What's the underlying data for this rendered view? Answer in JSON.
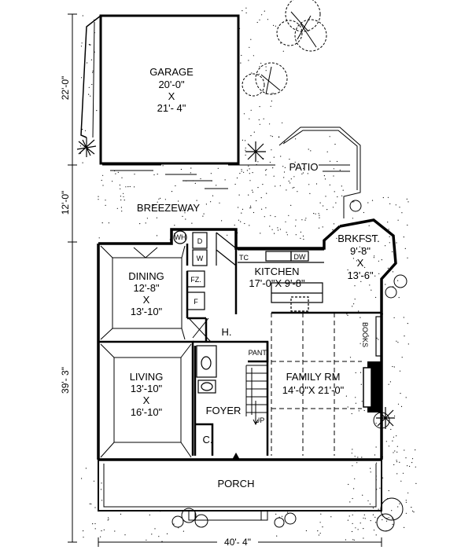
{
  "rooms": {
    "garage": {
      "name": "GARAGE",
      "dim1": "20'-0\"",
      "x": "X",
      "dim2": "21'- 4\""
    },
    "patio": {
      "name": "PATIO"
    },
    "breezeway": {
      "name": "BREEZEWAY"
    },
    "kitchen": {
      "name": "KITCHEN",
      "dims": "17'-0\"X 9'-8\""
    },
    "brkfst": {
      "name": "BRKFST.",
      "dim1": "9'-8\"",
      "x": "X",
      "dim2": "13'-6\""
    },
    "dining": {
      "name": "DINING",
      "dim1": "12'-8\"",
      "x": "X",
      "dim2": "13'-10\""
    },
    "living": {
      "name": "LIVING",
      "dim1": "13'-10\"",
      "x": "X",
      "dim2": "16'-10\""
    },
    "family": {
      "name": "FAMILY RM",
      "dims": "14'-0\"X 21'-0\""
    },
    "foyer": {
      "name": "FOYER"
    },
    "porch": {
      "name": "PORCH"
    },
    "hall": {
      "name": "H."
    },
    "pantry": {
      "name": "PANT."
    },
    "closet": {
      "name": "C."
    }
  },
  "fixtures": {
    "wh": "WH",
    "d": "D",
    "w": "W",
    "fz": "FZ.",
    "f": "F",
    "tc": "TC",
    "dw": "DW",
    "up": "UP",
    "books": "BOOKS"
  },
  "dimensions": {
    "left_top": "22'-0\"",
    "left_mid": "12'-0\"",
    "left_bottom": "39'- 3\"",
    "bottom": "40'- 4\""
  }
}
